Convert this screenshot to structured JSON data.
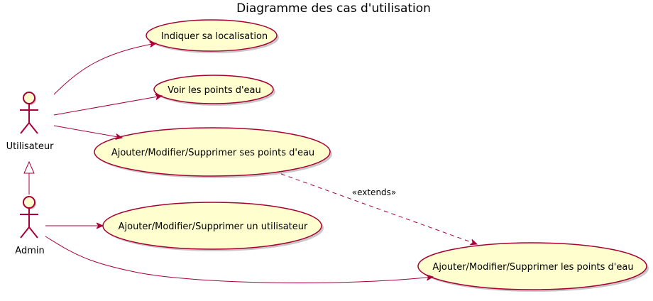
{
  "diagram": {
    "title": "Diagramme des cas d'utilisation",
    "actors": {
      "user": "Utilisateur",
      "admin": "Admin"
    },
    "use_cases": {
      "indicate_location": "Indiquer sa localisation",
      "view_points": "Voir les points d'eau",
      "manage_own_points": "Ajouter/Modifier/Supprimer ses points d'eau",
      "manage_users": "Ajouter/Modifier/Supprimer un utilisateur",
      "manage_all_points": "Ajouter/Modifier/Supprimer les points d'eau"
    },
    "extends_label": "«extends»"
  },
  "colors": {
    "ellipse_fill": "#FEFECE",
    "stroke": "#A80036",
    "shadow": "#c8c8c8"
  }
}
